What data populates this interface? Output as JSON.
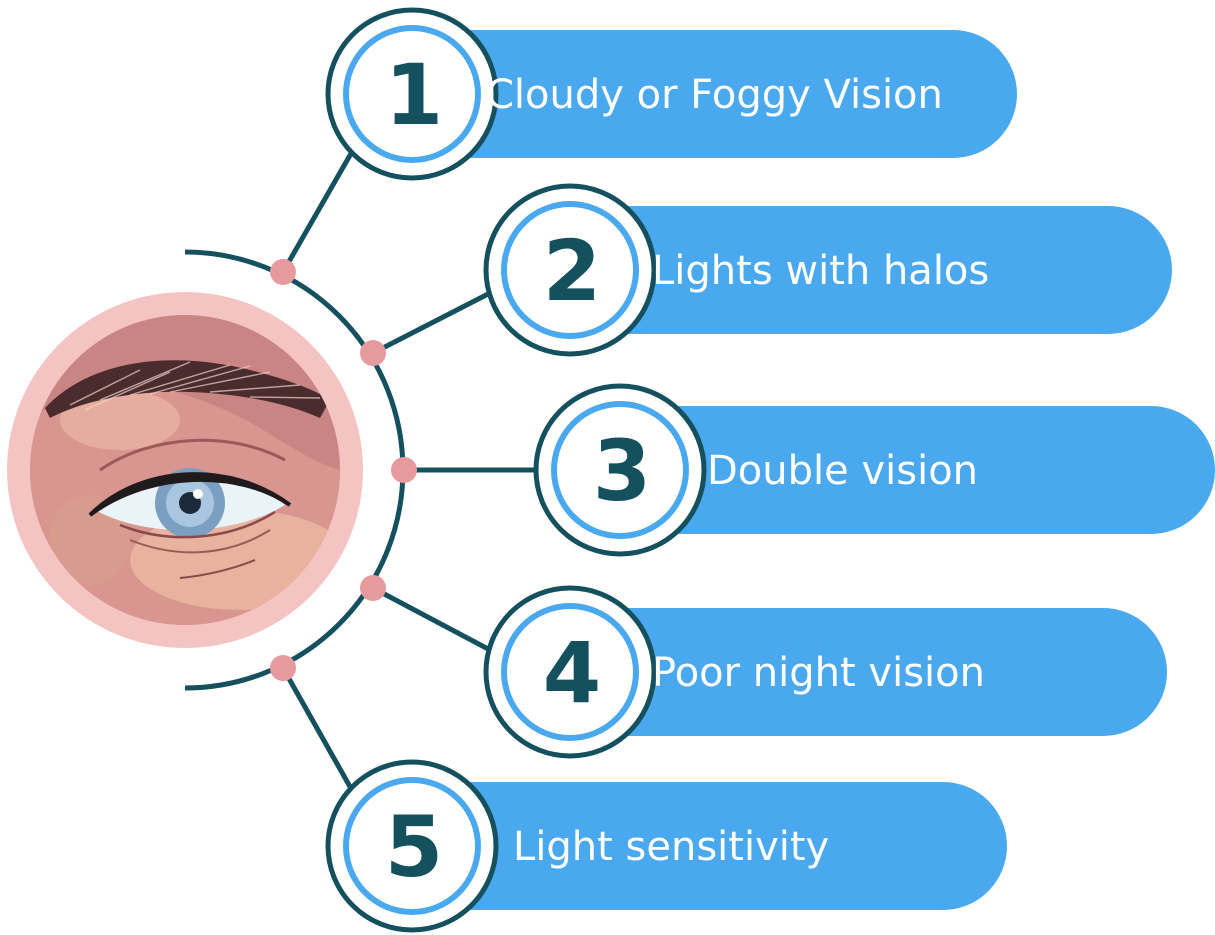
{
  "colors": {
    "pill": "#4aa8ee",
    "ring": "#14505e",
    "number": "#14505e",
    "label": "#ffffff",
    "connector": "#14505e",
    "dot": "#e79a9e",
    "eye_bg": "#f3c4c2"
  },
  "icons": [
    "eye-illustration"
  ],
  "items": [
    {
      "number": "1",
      "label": "Cloudy or Foggy Vision"
    },
    {
      "number": "2",
      "label": "Lights with halos"
    },
    {
      "number": "3",
      "label": "Double vision"
    },
    {
      "number": "4",
      "label": "Poor night vision"
    },
    {
      "number": "5",
      "label": "Light sensitivity"
    }
  ]
}
